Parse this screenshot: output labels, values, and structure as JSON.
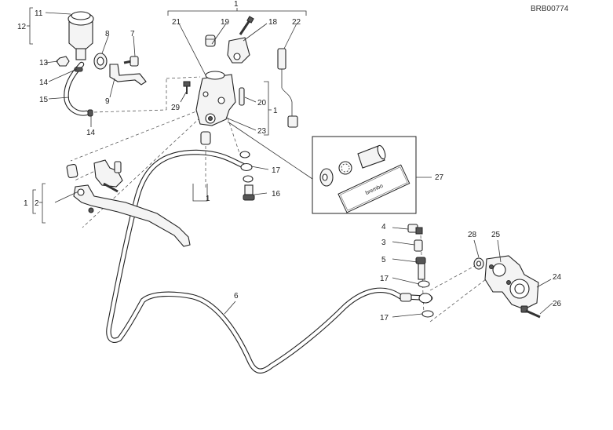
{
  "diagram": {
    "code": "BRB00774",
    "labels": {
      "l1_top": "1",
      "l1_right": "1",
      "l1_mid": "1",
      "l1_left": "1",
      "l2": "2",
      "l3": "3",
      "l4": "4",
      "l5": "5",
      "l6": "6",
      "l7": "7",
      "l8": "8",
      "l9": "9",
      "l11": "11",
      "l12": "12",
      "l13": "13",
      "l14a": "14",
      "l14b": "14",
      "l15": "15",
      "l16": "16",
      "l17a": "17",
      "l17b": "17",
      "l17c": "17",
      "l18": "18",
      "l19": "19",
      "l20": "20",
      "l21": "21",
      "l22": "22",
      "l23": "23",
      "l24": "24",
      "l25": "25",
      "l26": "26",
      "l27": "27",
      "l28": "28",
      "l29": "29"
    },
    "kit_card_text": "brembo"
  }
}
